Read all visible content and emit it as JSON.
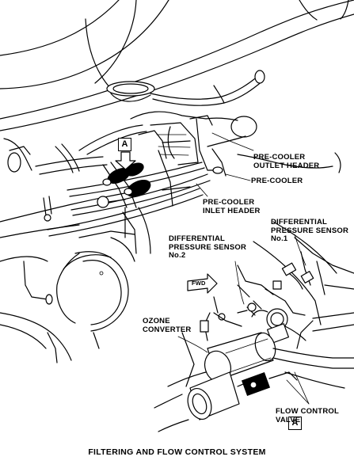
{
  "labels": {
    "precooler_outlet": "PRE-COOLER\nOUTLET HEADER",
    "precooler": "PRE-COOLER",
    "precooler_inlet": "PRE-COOLER\nINLET HEADER",
    "dp_sensor_1": "DIFFERENTIAL\nPRESSURE SENSOR\nNo.1",
    "dp_sensor_2": "DIFFERENTIAL\nPRESSURE SENSOR\nNo.2",
    "fwd": "FWD",
    "ozone": "OZONE\nCONVERTER",
    "flow_valve": "FLOW CONTROL\nVALVE"
  },
  "detail_markers": {
    "top": "A",
    "bottom": "A"
  },
  "caption": "FILTERING AND FLOW CONTROL SYSTEM"
}
